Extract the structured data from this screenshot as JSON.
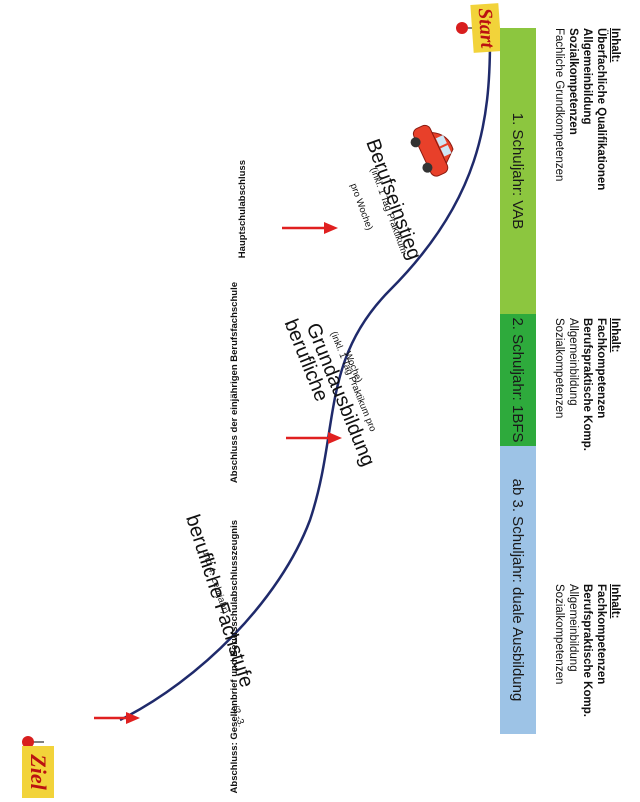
{
  "diagram": {
    "start_label": "Start",
    "goal_label": "Ziel",
    "phases": [
      {
        "label": "1. Schuljahr: VAB",
        "color": "#8cc63f"
      },
      {
        "label": "2. Schuljahr: 1BFS",
        "color": "#2eaa3c"
      },
      {
        "label": "ab 3. Schuljahr: duale Ausbildung",
        "color": "#9dc3e6"
      }
    ],
    "milestones": [
      "Hauptschulabschluss",
      "Abschluss der einjährigen Berufsfachschule",
      "Abschluss: Gesellenbrief und Berufsschulabschlusszeugnis"
    ],
    "stages": [
      {
        "title": "Berufseinstieg",
        "note1": "(inkl. 1 Tag Praktikum",
        "note2": "pro Woche)"
      },
      {
        "title1": "berufliche",
        "title2": "Grundausbildung",
        "note1": "(inkl. 1 Tag Praktikum pro",
        "note2": "Woche)"
      },
      {
        "title": "berufliche Fachstufe",
        "sup": "(2.-3.",
        "note": "und 4. Lehrjahr)"
      }
    ],
    "content_blocks": [
      {
        "heading": "Inhalt:",
        "bold_items": [
          "Überfachliche Qualifikationen",
          "Allgemeinbildung",
          "Sozialkompetenzen"
        ],
        "items": [
          "Fachliche Grundkompetenzen"
        ]
      },
      {
        "heading": "Inhalt:",
        "bold_items": [
          "Fachkompetenzen",
          "Berufspraktische Komp."
        ],
        "items": [
          "Allgemeinbildung",
          "Sozialkompetenzen"
        ]
      },
      {
        "heading": "Inhalt:",
        "bold_items": [
          "Fachkompetenzen",
          "Berufspraktische Komp."
        ],
        "items": [
          "Allgemeinbildung",
          "Sozialkompetenzen"
        ]
      }
    ],
    "colors": {
      "curve": "#1f2a6b",
      "arrow": "#e02020",
      "car": "#e8402a",
      "sign": "#f2d33a"
    }
  }
}
